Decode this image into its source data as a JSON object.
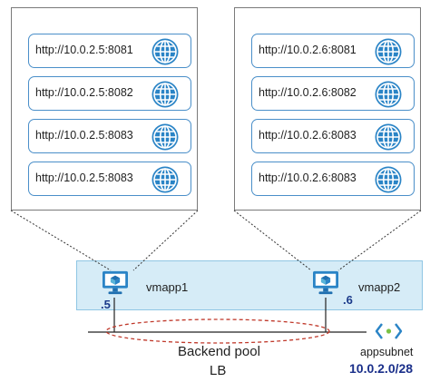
{
  "vms": [
    {
      "name": "vmapp1",
      "ip_suffix": ".5",
      "endpoints": [
        "http://10.0.2.5:8081",
        "http://10.0.2.5:8082",
        "http://10.0.2.5:8083",
        "http://10.0.2.5:8083"
      ]
    },
    {
      "name": "vmapp2",
      "ip_suffix": ".6",
      "endpoints": [
        "http://10.0.2.6:8081",
        "http://10.0.2.6:8082",
        "http://10.0.2.6:8083",
        "http://10.0.2.6:8083"
      ]
    }
  ],
  "backend_pool_label": "Backend pool",
  "lb_label": "LB",
  "subnet": {
    "name": "appsubnet",
    "cidr": "10.0.2.0/28"
  },
  "icons": {
    "endpoint": "globe-icon",
    "vm": "virtual-machine-icon",
    "subnet": "subnet-icon"
  },
  "colors": {
    "accent": "#2a84c6",
    "band": "#d6ecf7",
    "pool_outline": "#c0392b",
    "cidr": "#1a2f8a"
  }
}
